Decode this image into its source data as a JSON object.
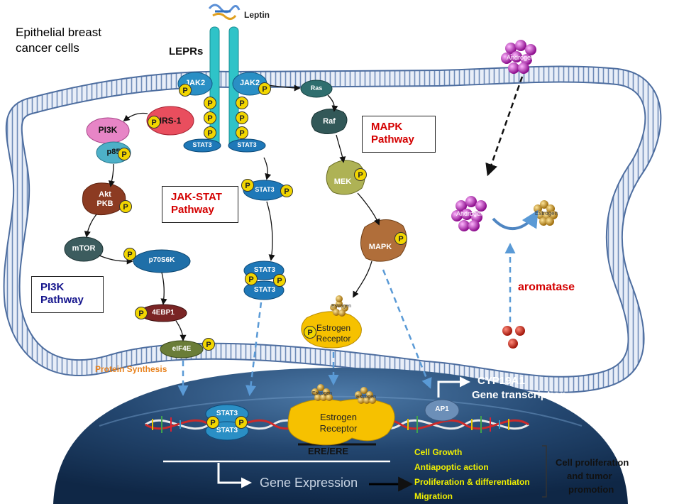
{
  "cell_label": [
    "Epithelial breast",
    "cancer cells"
  ],
  "leptin": "Leptin",
  "receptor": "LEPRs",
  "jak2": "JAK2",
  "irs1": "IRS-1",
  "pi3k": "PI3K",
  "p85": "p85",
  "akt": [
    "Akt",
    "PKB"
  ],
  "mtor": "mTOR",
  "p70s6k": "p70S6K",
  "ebp": "4EBP1",
  "eif": "eIF4E",
  "protein_synthesis": "Protein Synthesis",
  "stat3": "STAT3",
  "ras": "Ras",
  "raf": "Raf",
  "mek": "MEK",
  "mapk": "MAPK",
  "androgen": "Androgen",
  "estrogen": "Estrogen",
  "aromatase": "aromatase",
  "estrogen_receptor": [
    "Estrogen",
    "Receptor"
  ],
  "ap1": "AP1",
  "cyp": [
    "CYP19A1",
    "Gene transcription"
  ],
  "ere": "ERE/ERE",
  "gene_expression": "Gene Expression",
  "phospho": "P",
  "pathways": {
    "jak_stat": [
      "JAK-STAT",
      "Pathway"
    ],
    "mapk": [
      "MAPK",
      "Pathway"
    ],
    "pi3k": [
      "PI3K",
      "Pathway"
    ]
  },
  "outcomes": [
    "Cell Growth",
    "Antiapoptic action",
    "Proliferation & differentiaton",
    "Migration"
  ],
  "outcome_summary": [
    "Cell proliferation",
    "and tumor",
    "promotion"
  ],
  "colors": {
    "membrane": "#5b7fb0",
    "nucleus": "#1c3c62",
    "receptor": "#2fc3c8",
    "phospho": "#f2d600",
    "mapk_pathway": "#d40000",
    "pi3k_pathway": "#14148c",
    "protein_synthesis": "#e8821e",
    "outcomes": "#f0f000",
    "arrow_dashed": "#5a9ad6"
  }
}
